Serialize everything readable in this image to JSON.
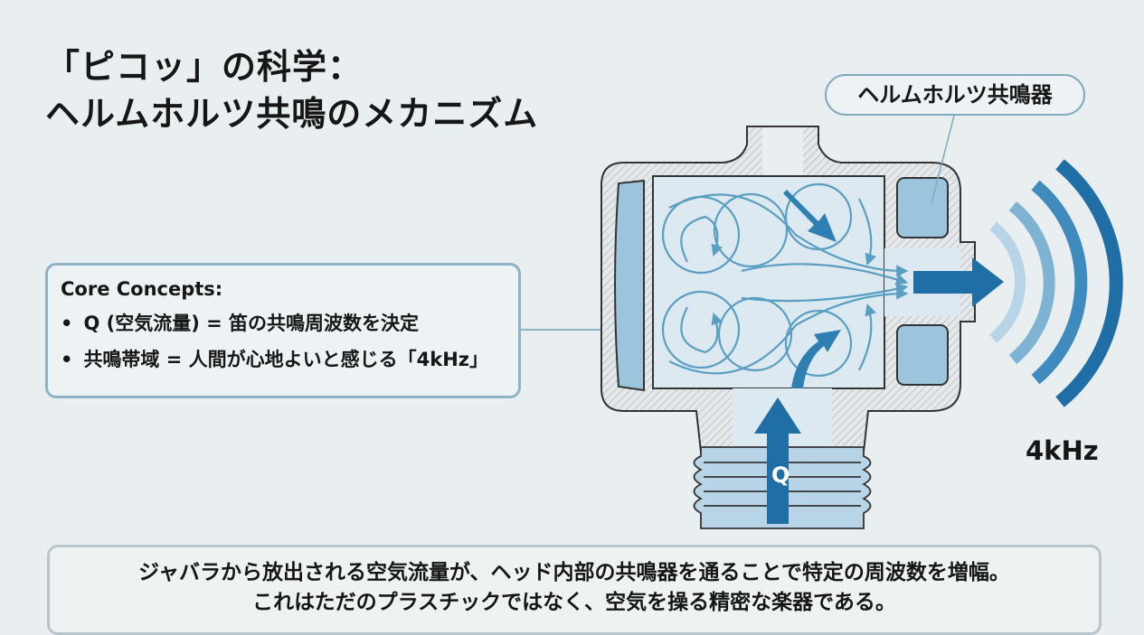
{
  "title": {
    "line1": "「ピコッ」の科学：",
    "line2": "ヘルムホルツ共鳴のメカニズム"
  },
  "core_concepts": {
    "heading": "Core Concepts:",
    "items": [
      "Q (空気流量) = 笛の共鳴周波数を決定",
      "共鳴帯域 = 人間が心地よいと感じる「4kHz」"
    ]
  },
  "diagram": {
    "resonator_label": "ヘルムホルツ共鳴器",
    "flow_label": "Q",
    "frequency_label": "4kHz",
    "colors": {
      "accent": "#1f6fa6",
      "light": "#9cc5dd",
      "flow": "#5a9fc2"
    }
  },
  "caption": {
    "line1": "ジャバラから放出される空気流量が、ヘッド内部の共鳴器を通ることで特定の周波数を増幅。",
    "line2": "これはただのプラスチックではなく、空気を操る精密な楽器である。"
  }
}
